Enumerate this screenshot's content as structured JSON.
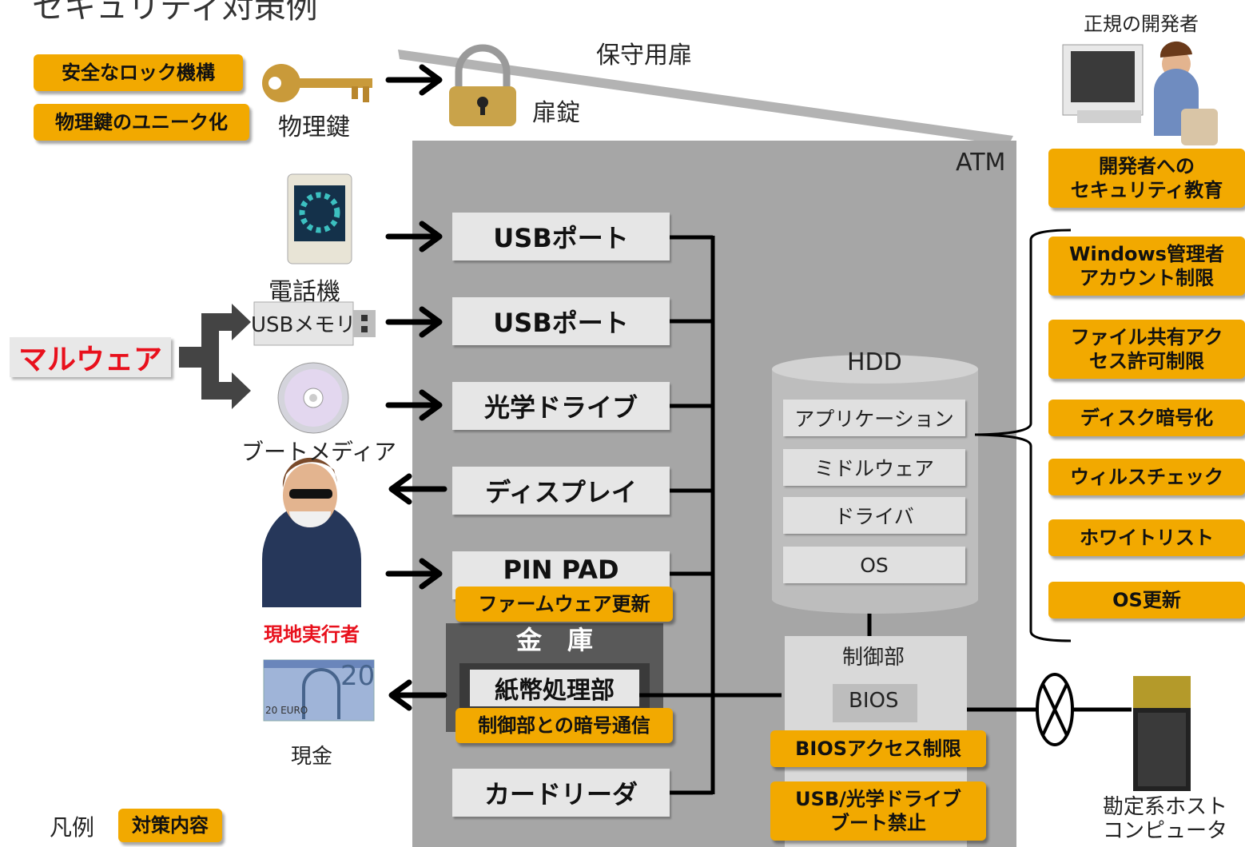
{
  "title": "セキュリティ対策例",
  "atm_label": "ATM",
  "door_label": "保守用扉",
  "lock_label": "扉錠",
  "key_label": "物理鍵",
  "countermeasures": {
    "safe_lock": "安全なロック機構",
    "key_unique": "物理鍵のユニーク化",
    "dev_education": "開発者への\nセキュリティ教育",
    "windows_admin": "Windows管理者\nアカウント制限",
    "file_share": "ファイル共有アク\nセス許可制限",
    "disk_encrypt": "ディスク暗号化",
    "virus_check": "ウィルスチェック",
    "whitelist": "ホワイトリスト",
    "os_update": "OS更新",
    "firmware_update": "ファームウェア更新",
    "encrypted_comm": "制御部との暗号通信",
    "bios_access": "BIOSアクセス制限",
    "boot_block": "USB/光学ドライブ\nブート禁止"
  },
  "ports": {
    "usb1": "USBポート",
    "usb2": "USBポート",
    "optical": "光学ドライブ",
    "display": "ディスプレイ",
    "pinpad": "PIN PAD",
    "card_reader": "カードリーダ"
  },
  "safe": {
    "label": "金　庫",
    "bill_unit": "紙幣処理部"
  },
  "hdd": {
    "label": "HDD",
    "layers": [
      "アプリケーション",
      "ミドルウェア",
      "ドライバ",
      "OS"
    ]
  },
  "control": {
    "label": "制御部",
    "bios": "BIOS"
  },
  "left": {
    "phone": "電話機",
    "usb_memory": "USBメモリ",
    "boot_media": "ブートメディア",
    "malware": "マルウェア",
    "attacker": "現地実行者",
    "cash": "現金",
    "cash_note": "20",
    "cash_euro": "20 EURO"
  },
  "right": {
    "developer": "正規の開発者",
    "host": "勘定系ホスト\nコンピュータ"
  },
  "legend": {
    "label": "凡例",
    "item": "対策内容"
  },
  "colors": {
    "tag": "#f2a900",
    "atm_body": "#a6a6a6",
    "malware_text": "#e8101c",
    "attacker_text": "#e8101c"
  }
}
